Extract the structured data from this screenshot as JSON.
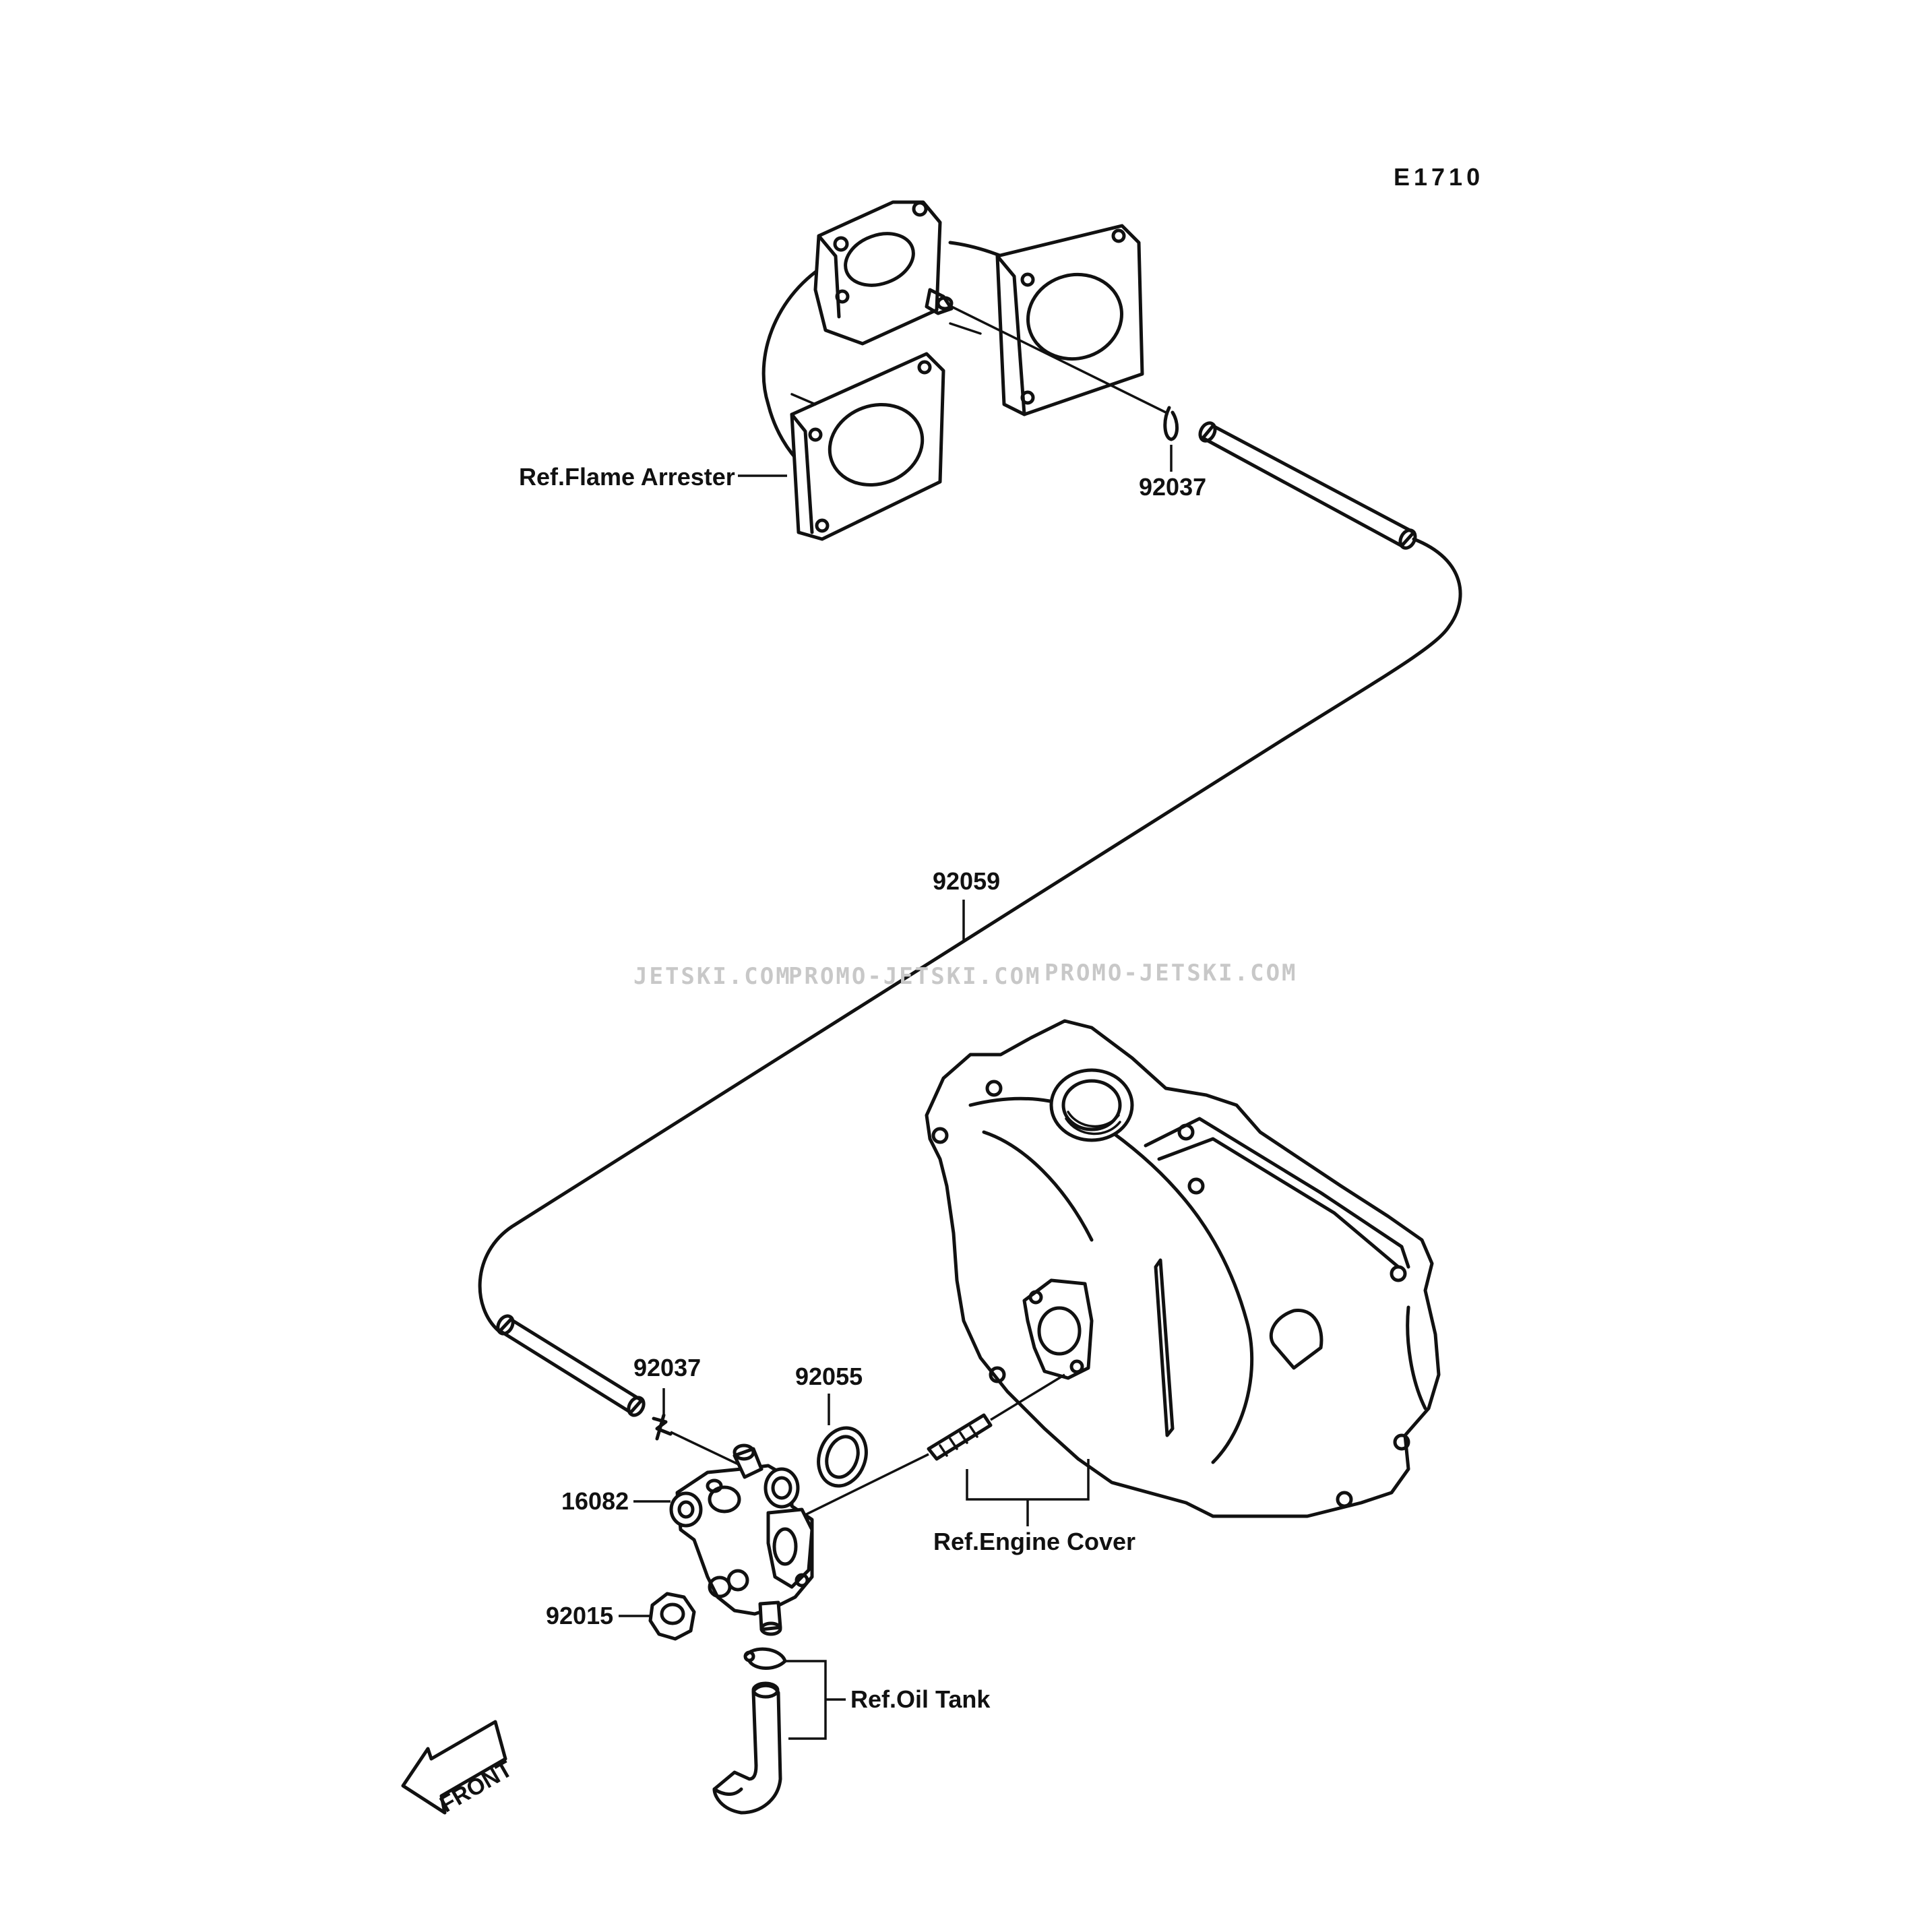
{
  "diagram_code": "E1710",
  "labels": {
    "flame_arrester": "Ref.Flame Arrester",
    "p92037_top": "92037",
    "p92059": "92059",
    "p92037_bottom": "92037",
    "p92055": "92055",
    "p16082": "16082",
    "p92015": "92015",
    "engine_cover": "Ref.Engine Cover",
    "oil_tank": "Ref.Oil Tank",
    "front": "FRONT"
  },
  "watermark": {
    "w1": "JETSKI.COM",
    "w2": "PROMO-JETSKI.COM",
    "w3": "PROMO-JETSKI.COM"
  },
  "colors": {
    "ink": "#111111",
    "background": "#ffffff",
    "watermark": "#c8c8c8"
  }
}
